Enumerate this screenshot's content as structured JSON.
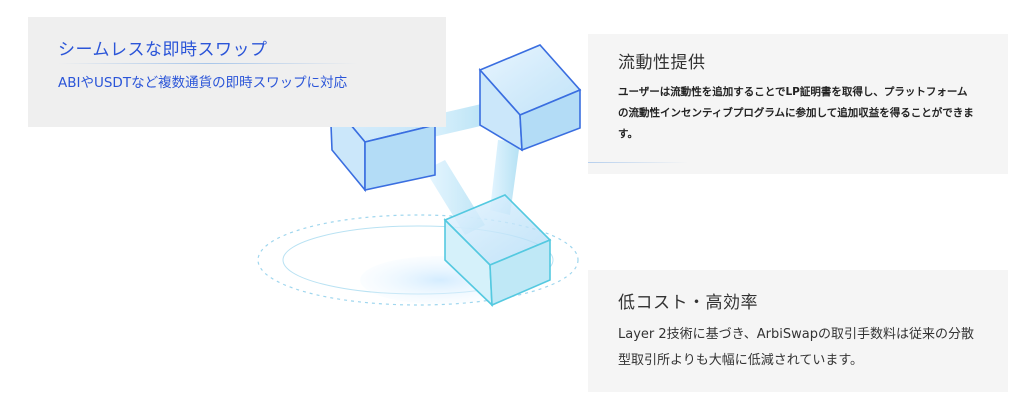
{
  "swap": {
    "title": "シームレスな即時スワップ",
    "desc": "ABIやUSDTなど複数通貨の即時スワップに対応"
  },
  "liquidity": {
    "title": "流動性提供",
    "desc": "ユーザーは流動性を追加することでLP証明書を取得し、プラットフォームの流動性インセンティブプログラムに参加して追加収益を得ることができます。"
  },
  "cost": {
    "title": "低コスト・高効率",
    "desc": "Layer 2技術に基づき、ArbiSwapの取引手数料は従来の分散型取引所よりも大幅に低減されています。"
  },
  "colors": {
    "accent": "#2b55d8",
    "cube_edge": "#3a6ee0",
    "cube_light": "#6ee0e8"
  }
}
